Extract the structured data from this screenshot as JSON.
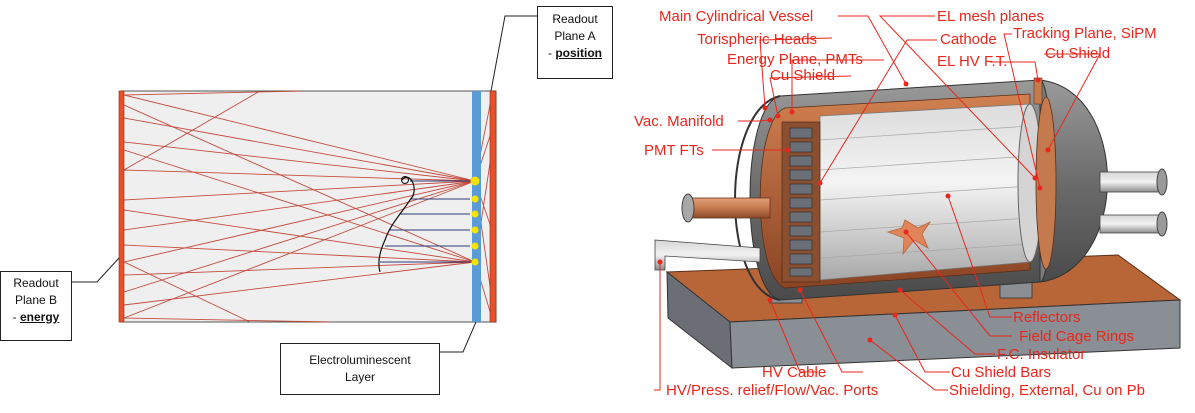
{
  "schematic": {
    "plane_a": {
      "line1": "Readout",
      "line2": "Plane A",
      "prefix": "- ",
      "keyword": "position"
    },
    "plane_b": {
      "line1": "Readout",
      "line2": "Plane B",
      "prefix": "- ",
      "keyword": "energy"
    },
    "el_layer": {
      "line1": "Electroluminescent",
      "line2": "Layer"
    }
  },
  "detector": {
    "labels": [
      "Main Cylindrical Vessel",
      "Torispheric Heads",
      "Energy Plane, PMTs",
      "Cu Shield",
      "Vac. Manifold",
      "PMT FTs",
      "EL mesh planes",
      "Cathode",
      "Tracking Plane, SiPM",
      "Cu Shield",
      "EL HV F.T.",
      "Reflectors",
      "Field Cage Rings",
      "F.C. Insulator",
      "HV Cable",
      "Cu Shield Bars",
      "HV/Press. relief/Flow/Vac. Ports",
      "Shielding, External, Cu on Pb"
    ]
  },
  "colors": {
    "plate": "#e8502a",
    "ray": "#c0392b",
    "el_layer": "#5b9bd5",
    "chamber": "#efefef",
    "label": "#e8271c",
    "copper": "#b8643a",
    "steel": "#b0b0b0"
  }
}
